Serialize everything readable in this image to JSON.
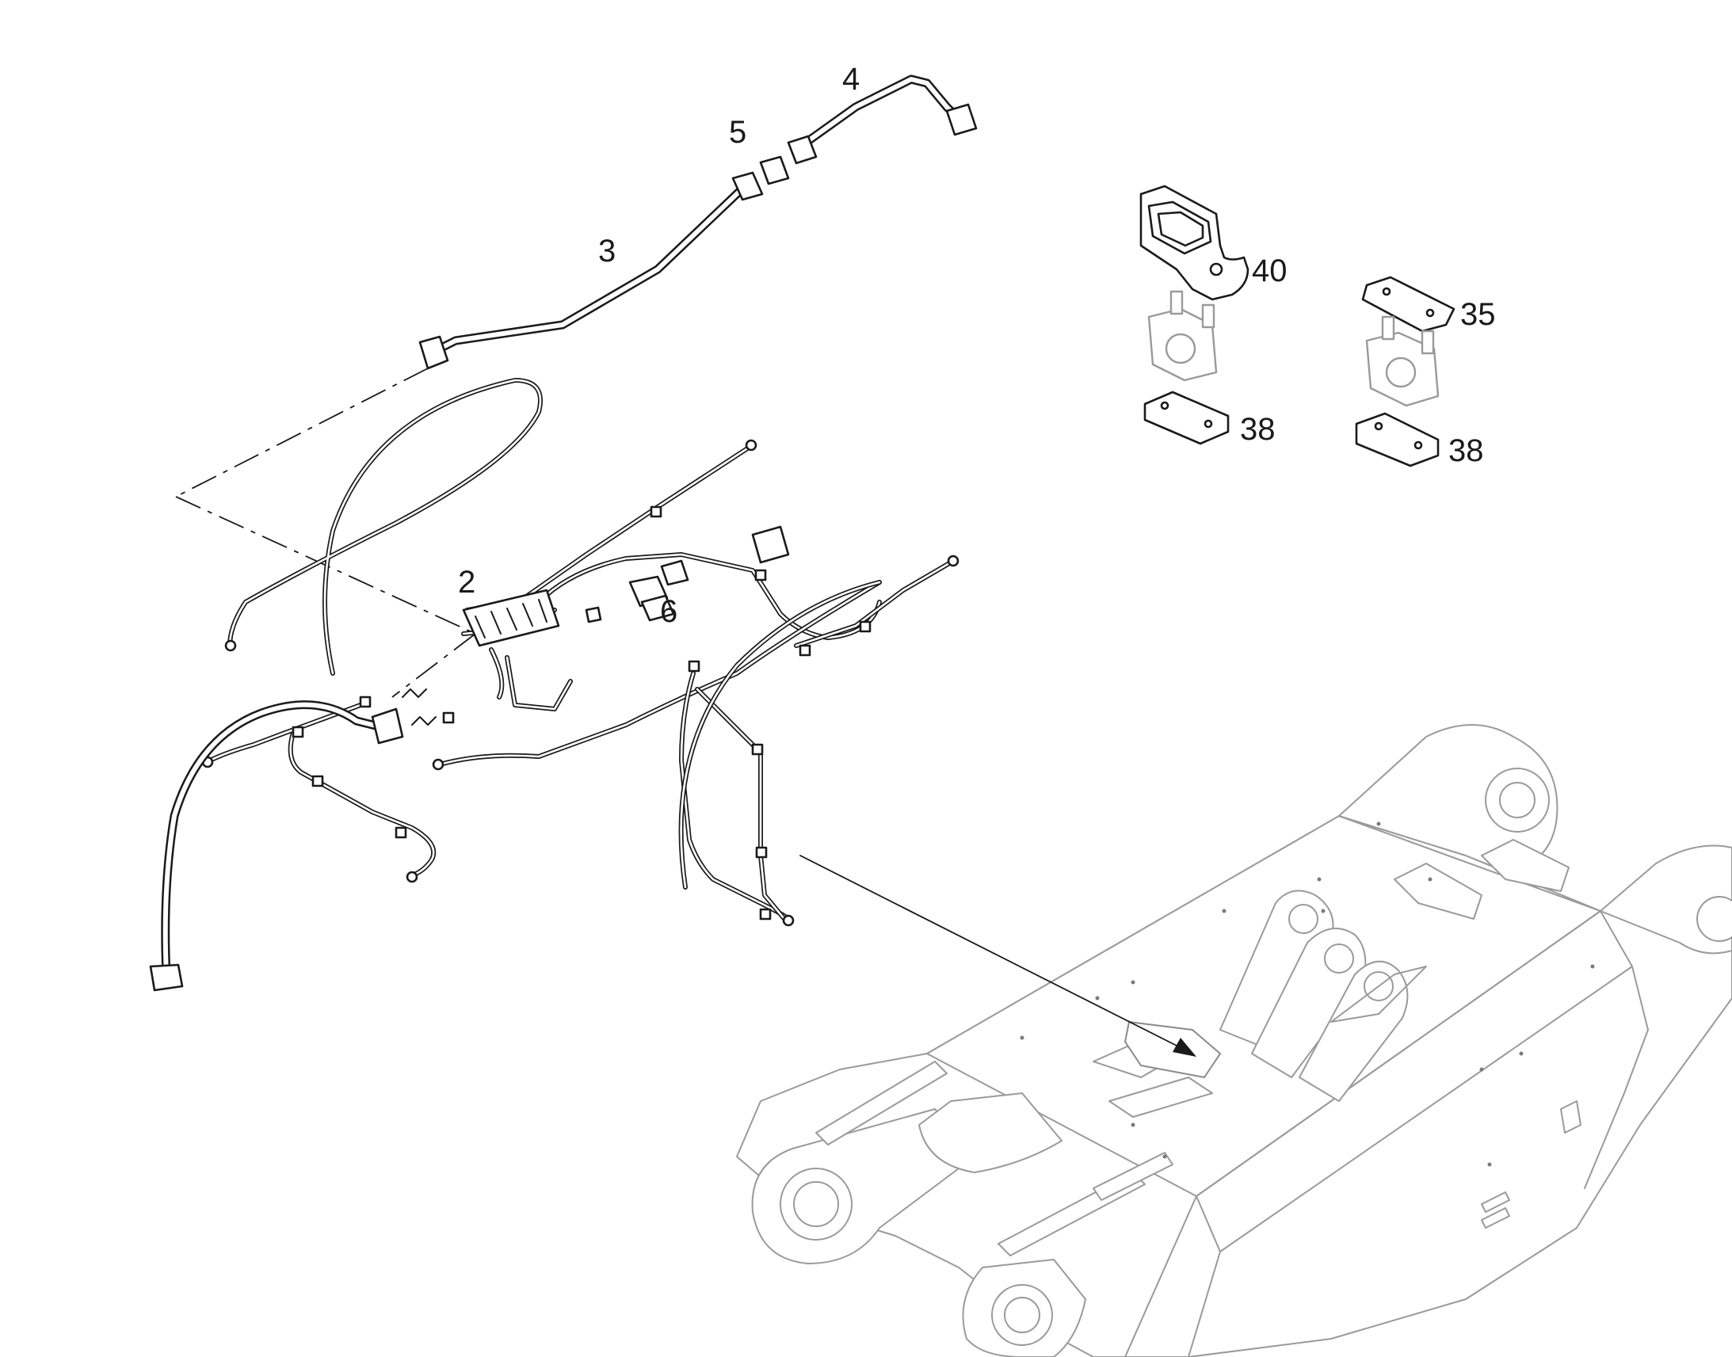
{
  "figure": {
    "description_labels": {
      "hose_3": "3",
      "hose_4": "4",
      "fitting_5": "5",
      "harness_2": "2",
      "bracket_6": "6",
      "bracket_40": "40",
      "plate_35": "35",
      "plate_38_left": "38",
      "plate_38_right": "38"
    }
  }
}
